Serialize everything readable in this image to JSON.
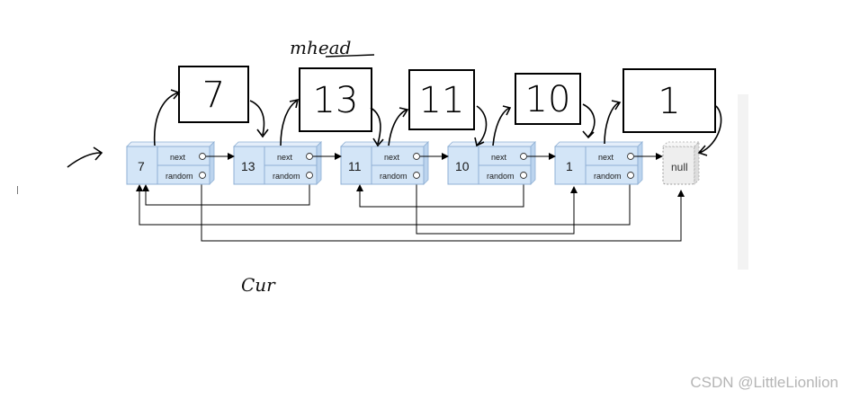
{
  "nodes": [
    {
      "label": "7",
      "next": "next",
      "random": "random"
    },
    {
      "label": "13",
      "next": "next",
      "random": "random"
    },
    {
      "label": "11",
      "next": "next",
      "random": "random"
    },
    {
      "label": "10",
      "next": "next",
      "random": "random"
    },
    {
      "label": "1",
      "next": "next",
      "random": "random"
    }
  ],
  "null_label": "null",
  "copied_nodes": [
    "7",
    "13",
    "11",
    "10",
    "1"
  ],
  "handwritten": {
    "top": "mhead",
    "bottom": "Cur"
  },
  "watermark": "CSDN @LittleLionlion",
  "colors": {
    "node_fill": "#d3e5f7",
    "node_side": "#bcd4ee",
    "node_border": "#8fb0d4",
    "null_border": "#999999",
    "ink": "#000000"
  }
}
